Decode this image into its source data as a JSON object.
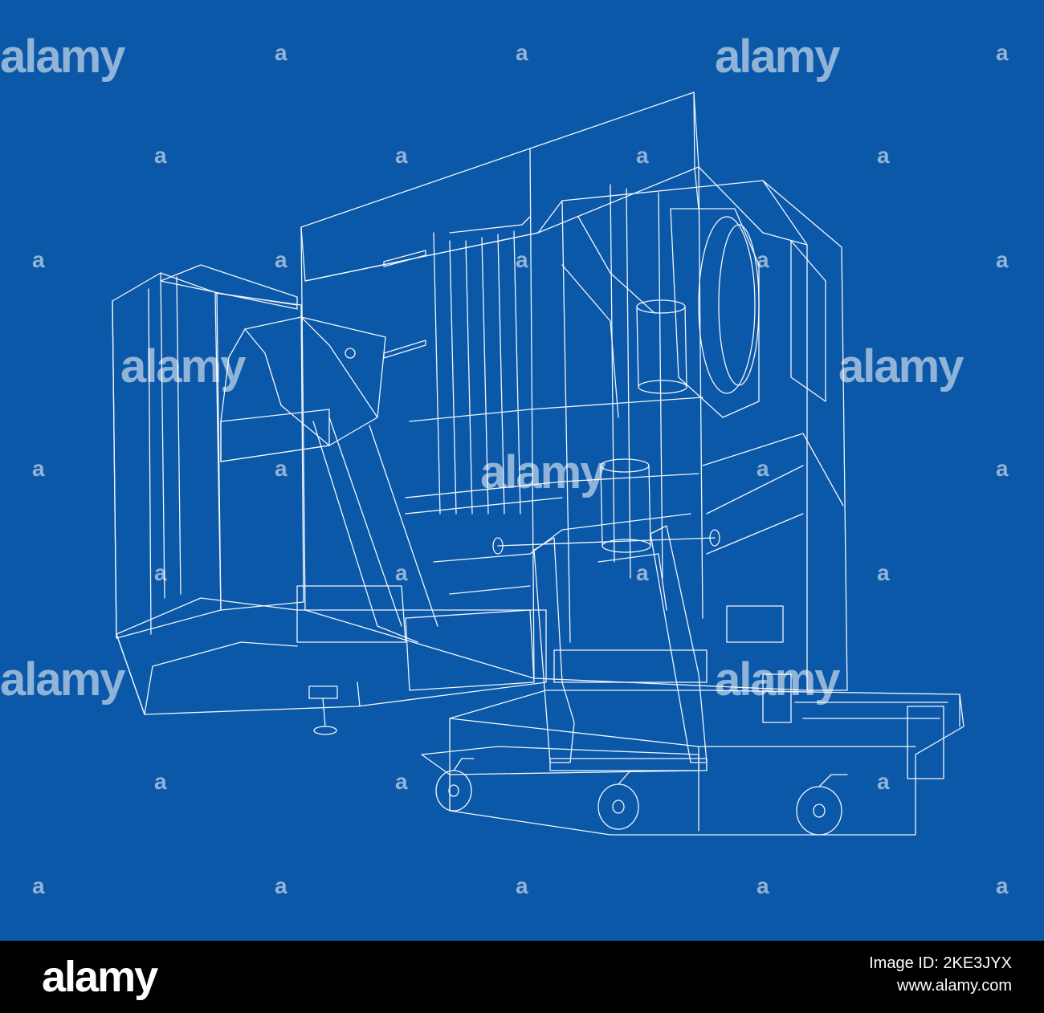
{
  "image": {
    "background_color": "#0b57a8",
    "line_color": "#ffffff",
    "subject": "wireframe-industrial-machine-on-wheeled-base"
  },
  "watermark": {
    "text": "alamy",
    "small_mark": "a"
  },
  "footer": {
    "logo": "alamy",
    "image_id_label": "Image ID: 2KE3JYX",
    "url": "www.alamy.com"
  }
}
